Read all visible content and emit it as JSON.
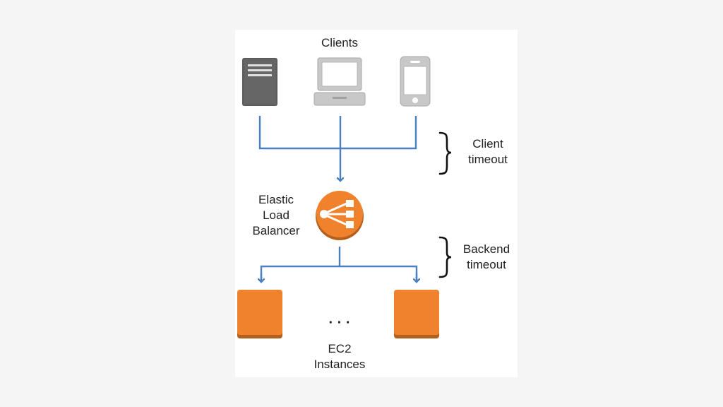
{
  "diagram": {
    "clients_label": "Clients",
    "client_timeout": {
      "line1": "Client",
      "line2": "timeout"
    },
    "elb": {
      "line1": "Elastic",
      "line2": "Load",
      "line3": "Balancer"
    },
    "backend_timeout": {
      "line1": "Backend",
      "line2": "timeout"
    },
    "ellipsis": "· · ·",
    "ec2": {
      "line1": "EC2",
      "line2": "Instances"
    }
  },
  "colors": {
    "arrow": "#4a7fc1",
    "orange": "#f0822e",
    "orange_shadow": "#b3601d",
    "server_dark": "#5a5a5a",
    "device_light": "#c8c8c8"
  },
  "icons": [
    "server-icon",
    "laptop-icon",
    "mobile-phone-icon",
    "load-balancer-icon",
    "ec2-instance-icon",
    "curly-brace-icon"
  ]
}
